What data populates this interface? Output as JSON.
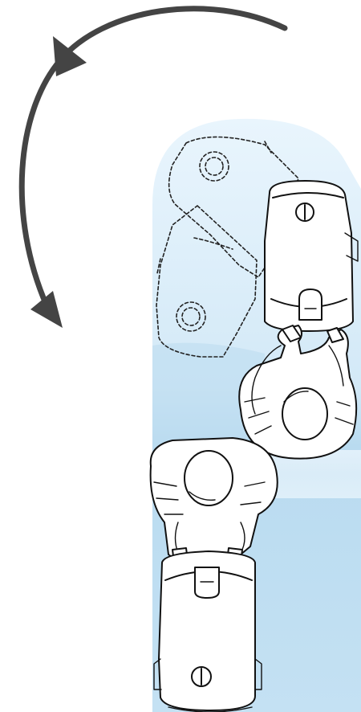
{
  "diagram": {
    "background": "#ffffff",
    "aisle_colors": {
      "light": "#e8f4fc",
      "mid": "#cfe6f6",
      "dark": "#b5d8ef"
    },
    "arrow_color": "#444444",
    "line_color": "#111111",
    "arrow": {
      "icon": "rotate-arc-arrow-icon",
      "direction": "counter-clockwise"
    },
    "figures": [
      {
        "role": "operator",
        "position": "lower",
        "icon": "person-topdown-icon"
      },
      {
        "role": "operator",
        "position": "upper",
        "icon": "person-topdown-icon"
      }
    ],
    "machines": [
      {
        "state": "current",
        "position": "lower"
      },
      {
        "state": "current",
        "position": "upper"
      },
      {
        "state": "previous",
        "position": "upper-ghost",
        "style": "dashed"
      }
    ]
  }
}
